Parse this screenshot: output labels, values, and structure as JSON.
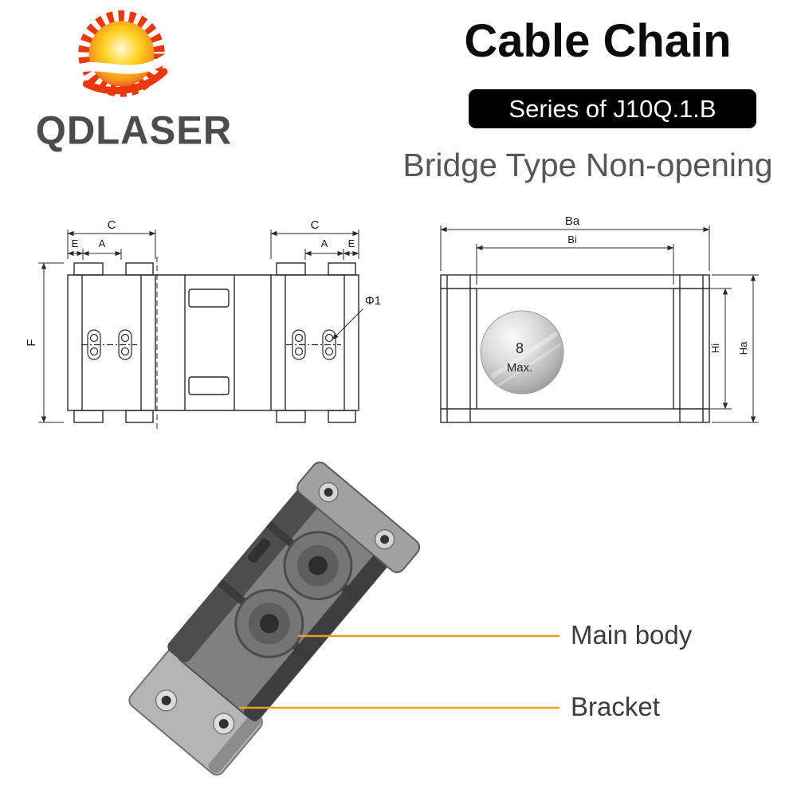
{
  "header": {
    "brand": "QDLASER",
    "title": "Cable Chain",
    "series_badge": "Series of J10Q.1.B",
    "subtitle": "Bridge Type Non-opening"
  },
  "drawings": {
    "top_view": {
      "dim_c_left": "C",
      "dim_e_left": "E",
      "dim_a_left": "A",
      "dim_c_right": "C",
      "dim_a_right": "A",
      "dim_e_right": "E",
      "dim_f": "F",
      "dim_phi1": "Φ1"
    },
    "section_view": {
      "dim_ba": "Ba",
      "dim_bi": "Bi",
      "dim_hi": "Hi",
      "dim_ha": "Ha",
      "cable_diameter": "8",
      "cable_diameter_suffix": "Max."
    }
  },
  "callouts": {
    "main_body": "Main body",
    "bracket": "Bracket"
  },
  "colors": {
    "accent_orange": "#F59B1E",
    "logo_red": "#E8380D",
    "badge_background": "#000000",
    "badge_text": "#FFFFFF",
    "subtitle_gray": "#55565A",
    "drawing_line": "#2A2A2A"
  }
}
